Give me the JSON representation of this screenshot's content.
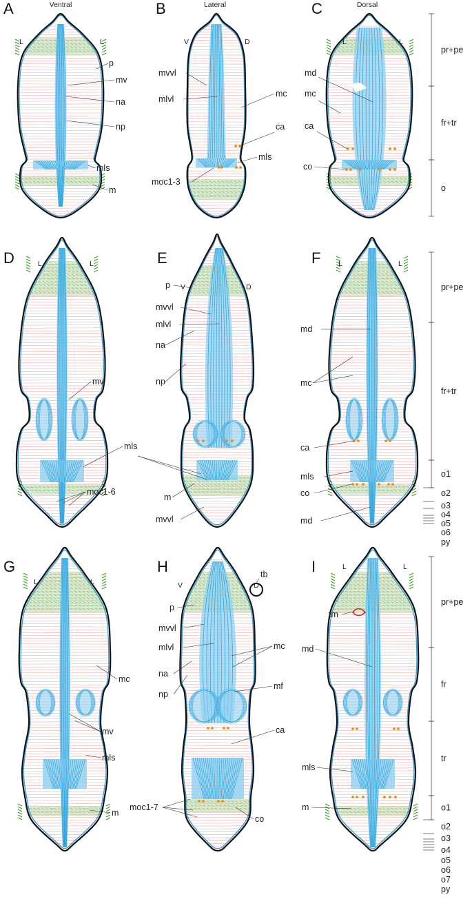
{
  "colors": {
    "muscle": "#2ea6e0",
    "muscle_fill": "#8fd0f0",
    "circular": "#e8a8a8",
    "cilia": "#3a9a2a",
    "cilia_band": "#b8d9a8",
    "outline": "#111111",
    "inner": "#3aa0d8",
    "ca": "#f08a10",
    "tm": "#cc2222"
  },
  "panels": [
    {
      "id": "A",
      "view": "Ventral",
      "left": "L",
      "right": "L"
    },
    {
      "id": "B",
      "view": "Lateral",
      "left": "V",
      "right": "D"
    },
    {
      "id": "C",
      "view": "Dorsal",
      "left": "L",
      "right": "L"
    },
    {
      "id": "D",
      "view": "",
      "left": "L",
      "right": "L"
    },
    {
      "id": "E",
      "view": "",
      "left": "V",
      "right": "D"
    },
    {
      "id": "F",
      "view": "",
      "left": "L",
      "right": "L"
    },
    {
      "id": "G",
      "view": "",
      "left": "L",
      "right": "L"
    },
    {
      "id": "H",
      "view": "",
      "left": "V",
      "right": "D"
    },
    {
      "id": "I",
      "view": "",
      "left": "L",
      "right": "L"
    }
  ],
  "labels": {
    "A": [
      "p",
      "mv",
      "na",
      "np",
      "mls",
      "m"
    ],
    "B": [
      "mvvl",
      "mlvl",
      "mc",
      "ca",
      "mls",
      "moc1-3"
    ],
    "C": [
      "md",
      "mc",
      "ca",
      "co"
    ],
    "D": [
      "mv",
      "mls",
      "moc1-6"
    ],
    "E": [
      "p",
      "mvvl",
      "mlvl",
      "na",
      "np",
      "mls",
      "m",
      "mvvl"
    ],
    "F": [
      "md",
      "mc",
      "ca",
      "mls",
      "co",
      "md"
    ],
    "G": [
      "mc",
      "mv",
      "mls",
      "m"
    ],
    "H": [
      "p",
      "mvvl",
      "mlvl",
      "na",
      "np",
      "tb",
      "mc",
      "mf",
      "ca",
      "moc1-7",
      "co"
    ],
    "I": [
      "tm",
      "md",
      "mls",
      "m"
    ]
  },
  "regions": {
    "row1": [
      "pr+pe",
      "fr+tr",
      "o"
    ],
    "row2": [
      "pr+pe",
      "fr+tr",
      "o1",
      "o2",
      "o3",
      "o4",
      "o5",
      "o6",
      "py"
    ],
    "row3": [
      "pr+pe",
      "fr",
      "tr",
      "o1",
      "o2",
      "o3",
      "o4",
      "o5",
      "o6",
      "o7",
      "py"
    ]
  }
}
